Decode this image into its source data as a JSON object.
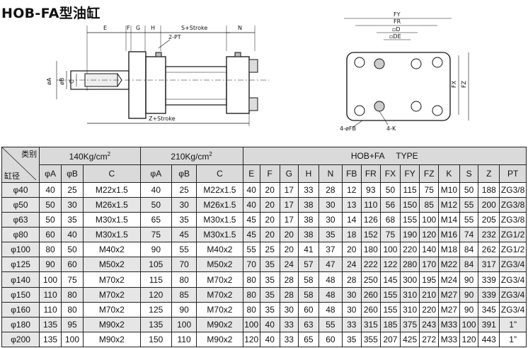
{
  "title": "HOB-FA型油缸",
  "side_view": {
    "labels": {
      "E": "E",
      "F": "F",
      "G": "G",
      "H": "H",
      "stroke_S": "S+Stroke",
      "N": "N",
      "PT": "2-PT",
      "phiA": "øA",
      "phiB": "øB",
      "C": "C",
      "Z": "Z+Stroke"
    }
  },
  "end_view": {
    "labels": {
      "FY": "FY",
      "FR": "FR",
      "D": "▫D",
      "DE": "▫DE",
      "FX": "FX",
      "FZ": "FZ",
      "FB": "4-øFB",
      "K": "4-K"
    }
  },
  "table": {
    "corner_top": "类别",
    "corner_bottom": "缸径",
    "groups": [
      {
        "pressure": "140Kg/cm",
        "unit_exp": "2"
      },
      {
        "pressure": "210Kg/cm",
        "unit_exp": "2"
      }
    ],
    "type_header": "HOB+FA     TYPE",
    "subheaders": [
      "φA",
      "φB",
      "C",
      "φA",
      "φB",
      "C",
      "E",
      "F",
      "G",
      "H",
      "N",
      "FB",
      "FR",
      "FX",
      "FY",
      "FZ",
      "K",
      "S",
      "Z",
      "PT"
    ],
    "rows": [
      [
        "φ40",
        "40",
        "25",
        "M22x1.5",
        "40",
        "25",
        "M22x1.5",
        "40",
        "20",
        "17",
        "33",
        "28",
        "12",
        "93",
        "50",
        "115",
        "75",
        "M10",
        "50",
        "188",
        "ZG3/8"
      ],
      [
        "φ50",
        "50",
        "30",
        "M26x1.5",
        "50",
        "30",
        "M26x1.5",
        "40",
        "20",
        "17",
        "38",
        "30",
        "13",
        "110",
        "56",
        "150",
        "85",
        "M12",
        "55",
        "200",
        "ZG3/8"
      ],
      [
        "φ63",
        "50",
        "35",
        "M30x1.5",
        "65",
        "35",
        "M30x1.5",
        "45",
        "20",
        "17",
        "38",
        "30",
        "14",
        "126",
        "68",
        "155",
        "100",
        "M14",
        "55",
        "205",
        "ZG3/8"
      ],
      [
        "φ80",
        "60",
        "40",
        "M30x1.5",
        "75",
        "45",
        "M30x1.5",
        "45",
        "20",
        "20",
        "38",
        "35",
        "18",
        "152",
        "75",
        "190",
        "120",
        "M16",
        "74",
        "232",
        "ZG1/2"
      ],
      [
        "φ100",
        "80",
        "50",
        "M40x2",
        "90",
        "55",
        "M40x2",
        "55",
        "25",
        "20",
        "41",
        "37",
        "20",
        "180",
        "100",
        "220",
        "140",
        "M18",
        "84",
        "262",
        "ZG1/2"
      ],
      [
        "φ125",
        "90",
        "60",
        "M50x2",
        "105",
        "70",
        "M50x2",
        "70",
        "35",
        "24",
        "57",
        "47",
        "24",
        "222",
        "122",
        "280",
        "170",
        "M22",
        "84",
        "317",
        "ZG3/4"
      ],
      [
        "φ140",
        "100",
        "75",
        "M70x2",
        "115",
        "80",
        "M70x2",
        "80",
        "35",
        "28",
        "58",
        "48",
        "28",
        "250",
        "145",
        "300",
        "195",
        "M24",
        "90",
        "339",
        "ZG3/4"
      ],
      [
        "φ150",
        "110",
        "80",
        "M70x2",
        "120",
        "85",
        "M70x2",
        "80",
        "35",
        "28",
        "58",
        "48",
        "30",
        "260",
        "155",
        "310",
        "210",
        "M27",
        "90",
        "339",
        "ZG3/4"
      ],
      [
        "φ160",
        "110",
        "80",
        "M70x2",
        "125",
        "90",
        "M70x2",
        "80",
        "35",
        "30",
        "60",
        "48",
        "30",
        "260",
        "155",
        "310",
        "220",
        "M27",
        "90",
        "345",
        "ZG3/4"
      ],
      [
        "φ180",
        "135",
        "95",
        "M90x2",
        "135",
        "100",
        "M90x2",
        "100",
        "40",
        "33",
        "63",
        "55",
        "33",
        "315",
        "185",
        "375",
        "243",
        "M33",
        "100",
        "391",
        "1”"
      ],
      [
        "φ200",
        "135",
        "100",
        "M90x2",
        "150",
        "110",
        "M90x2",
        "120",
        "40",
        "33",
        "65",
        "60",
        "35",
        "355",
        "207",
        "425",
        "272",
        "M33",
        "120",
        "443",
        "1”"
      ]
    ]
  }
}
